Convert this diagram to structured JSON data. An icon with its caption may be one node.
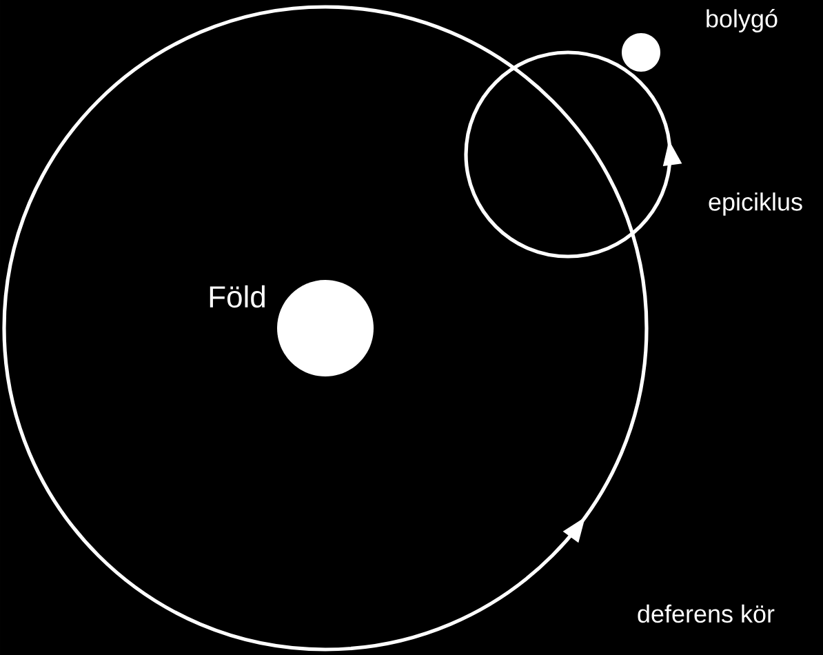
{
  "diagram": {
    "nodes": [
      {
        "text": [],
        "shape": "circle",
        "beside": [
          "Föld"
        ],
        "in": 2
      },
      {
        "text": [],
        "shape": "circle",
        "beside": [
          "bolygó"
        ]
      },
      {
        "text": [],
        "shape": "circle",
        "beside": [
          "deferens kör"
        ]
      },
      {
        "text": [],
        "shape": "circle",
        "beside": [
          "epiciklus"
        ]
      }
    ]
  }
}
